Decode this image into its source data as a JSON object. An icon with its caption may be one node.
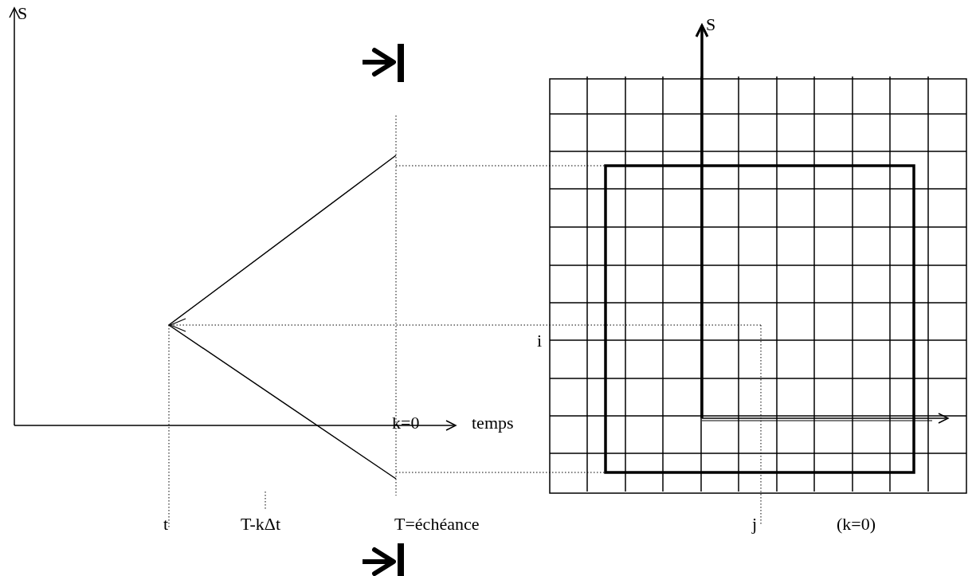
{
  "diagram": {
    "labels": [
      "S",
      "k=0",
      "temps",
      "t",
      "T-kΔt",
      "T=échéance",
      "S",
      "i",
      "j",
      "(k=0)"
    ]
  }
}
